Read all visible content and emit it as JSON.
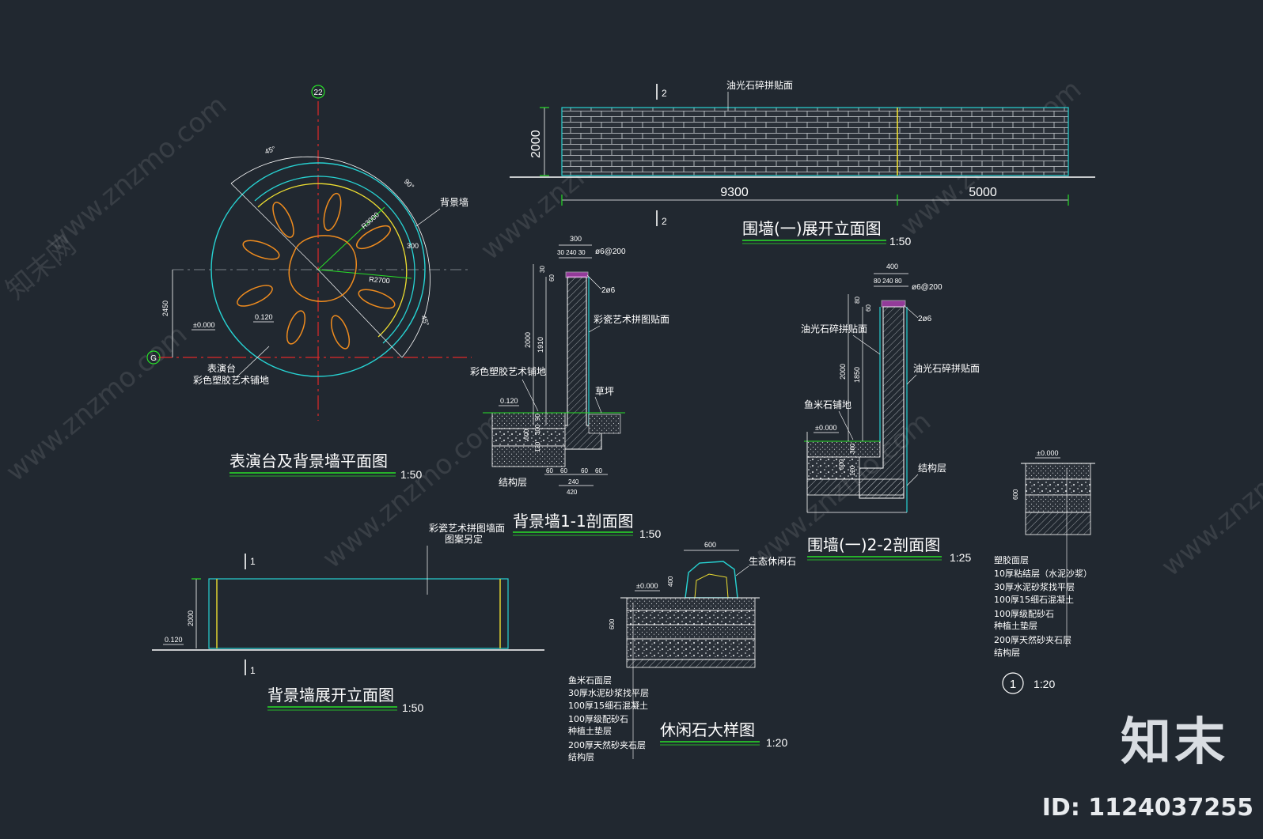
{
  "titles": {
    "stage_plan": "表演台及背景墙平面图",
    "stage_plan_scale": "1:50",
    "wall_unfold": "围墙(一)展开立面图",
    "wall_unfold_scale": "1:50",
    "bg_section": "背景墙1-1剖面图",
    "bg_section_scale": "1:50",
    "wall_section": "围墙(一)2-2剖面图",
    "wall_section_scale": "1:25",
    "bg_unfold": "背景墙展开立面图",
    "bg_unfold_scale": "1:50",
    "rest_stone": "休闲石大样图",
    "rest_stone_scale": "1:20",
    "detail1_no": "1",
    "detail1_scale": "1:20"
  },
  "plan": {
    "axis_top": "22",
    "axis_left": "G",
    "angle_a": "45°",
    "angle_b": "90°",
    "angle_c": "45°",
    "r_outer": "R3000",
    "r_inner": "R2700",
    "dim_300": "300",
    "dim_2450": "2450",
    "lvl_0": "±0.000",
    "lvl_120": "0.120",
    "label_bgwall": "背景墙",
    "label_stage": "表演台",
    "label_paving": "彩色塑胶艺术铺地"
  },
  "unfold": {
    "label_stone": "油光石碎拼贴面",
    "height": "2000",
    "len_a": "9300",
    "len_b": "5000",
    "sec_mark": "2"
  },
  "bg_section": {
    "w300": "300",
    "sub_dims": "30 240 30",
    "rebar_a": "ø6@200",
    "rebar_b": "2ø6",
    "h30": "30",
    "h60": "60",
    "h2000": "2000",
    "h1910": "1910",
    "mosaic": "彩瓷艺术拼图贴面",
    "paving": "彩色塑胶艺术铺地",
    "lawn": "草坪",
    "lvl": "0.120",
    "h600": "600",
    "h90": "90",
    "h300": "300",
    "h120": "120",
    "structure": "结构层",
    "b60a": "60",
    "b60b": "60",
    "b60c": "60",
    "b60d": "60",
    "b240": "240",
    "b420": "420"
  },
  "wall_section": {
    "w400": "400",
    "sub_dims": "80 240 80",
    "rebar_a": "ø6@200",
    "rebar_b": "2ø6",
    "h80": "80",
    "h60": "60",
    "h2000": "2000",
    "h1850": "1850",
    "stone_l": "油光石碎拼贴面",
    "stone_r": "油光石碎拼贴面",
    "fishrice": "鱼米石铺地",
    "lvl": "±0.000",
    "h600": "600",
    "h360": "360",
    "h120": "120",
    "structure": "结构层"
  },
  "bg_unfold": {
    "note1": "彩瓷艺术拼图墙面",
    "note2": "图案另定",
    "h2000": "2000",
    "lvl": "0.120",
    "sec_mark": "1"
  },
  "rest_stone": {
    "w600": "600",
    "h400": "400",
    "eco_stone": "生态休闲石",
    "lvl": "±0.000",
    "h600": "600",
    "layers": [
      "鱼米石面层",
      "30厚水泥砂浆找平层",
      "100厚15细石混凝土",
      "100厚级配砂石",
      "种植土垫层",
      "200厚天然砂夹石层",
      "结构层"
    ]
  },
  "detail1": {
    "lvl": "±0.000",
    "h600": "600",
    "layers": [
      "塑胶面层",
      "10厚粘结层（水泥沙浆）",
      "30厚水泥砂浆找平层",
      "100厚15细石混凝土",
      "100厚级配砂石",
      "种植土垫层",
      "200厚天然砂夹石层",
      "结构层"
    ]
  },
  "watermark": {
    "site": "www.znzmo.com",
    "cn": "知末网"
  },
  "brand": "知末",
  "id_label": "ID: 1124037255",
  "colors": {
    "background": "#212830",
    "cyan": "#27d3d3",
    "yellow": "#f0e030",
    "orange": "#f08c1e",
    "red": "#e02828",
    "green": "#28e028",
    "magenta": "#e048e0",
    "white": "#ffffff",
    "gray": "#9aa0a6"
  }
}
